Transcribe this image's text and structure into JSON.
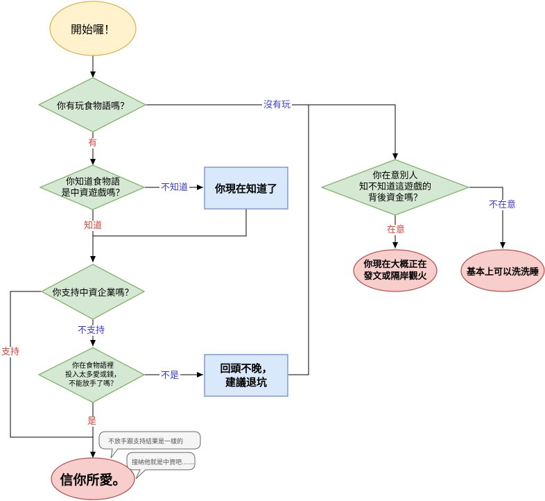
{
  "colors": {
    "start_fill": "#fff2cc",
    "start_stroke": "#d6b656",
    "decision_fill": "#d5e8d4",
    "decision_stroke": "#82b366",
    "info_fill": "#dae8fc",
    "info_stroke": "#6c8ebf",
    "end_fill": "#f8cecc",
    "end_stroke": "#b85450",
    "yes_label": "#e0443e",
    "no_label": "#3b3bd6"
  },
  "nodes": {
    "start": "開始囉！",
    "q_play": "你有玩食物語嗎？",
    "q_know": "你知道食物語\n是中資遊戲嗎？",
    "info_now_know": "你現在知道了",
    "q_support": "你支持中資企業嗎？",
    "q_invested": "你在食物語裡\n投入太多愛或錢，\n不能放手了嗎？",
    "info_quit": "回頭不晚，\n建議退坑",
    "q_care": "你在意別人\n知不知道這遊戲的\n背後資金嗎？",
    "end_protest": "你現在大概正在\n發文或隔岸觀火",
    "end_sleep": "基本上可以洗洗睡",
    "end_love": "信你所愛。"
  },
  "edge_labels": {
    "not_play": "沒有玩",
    "play_yes": "有",
    "dont_know": "不知道",
    "know": "知道",
    "not_support": "不支持",
    "support": "支持",
    "not_so": "不是",
    "yes_is": "是",
    "care": "在意",
    "dont_care": "不在意"
  },
  "bubbles": {
    "first": "不放手跟支持結果是一樣的",
    "second": "接納他就是中資吧……"
  }
}
